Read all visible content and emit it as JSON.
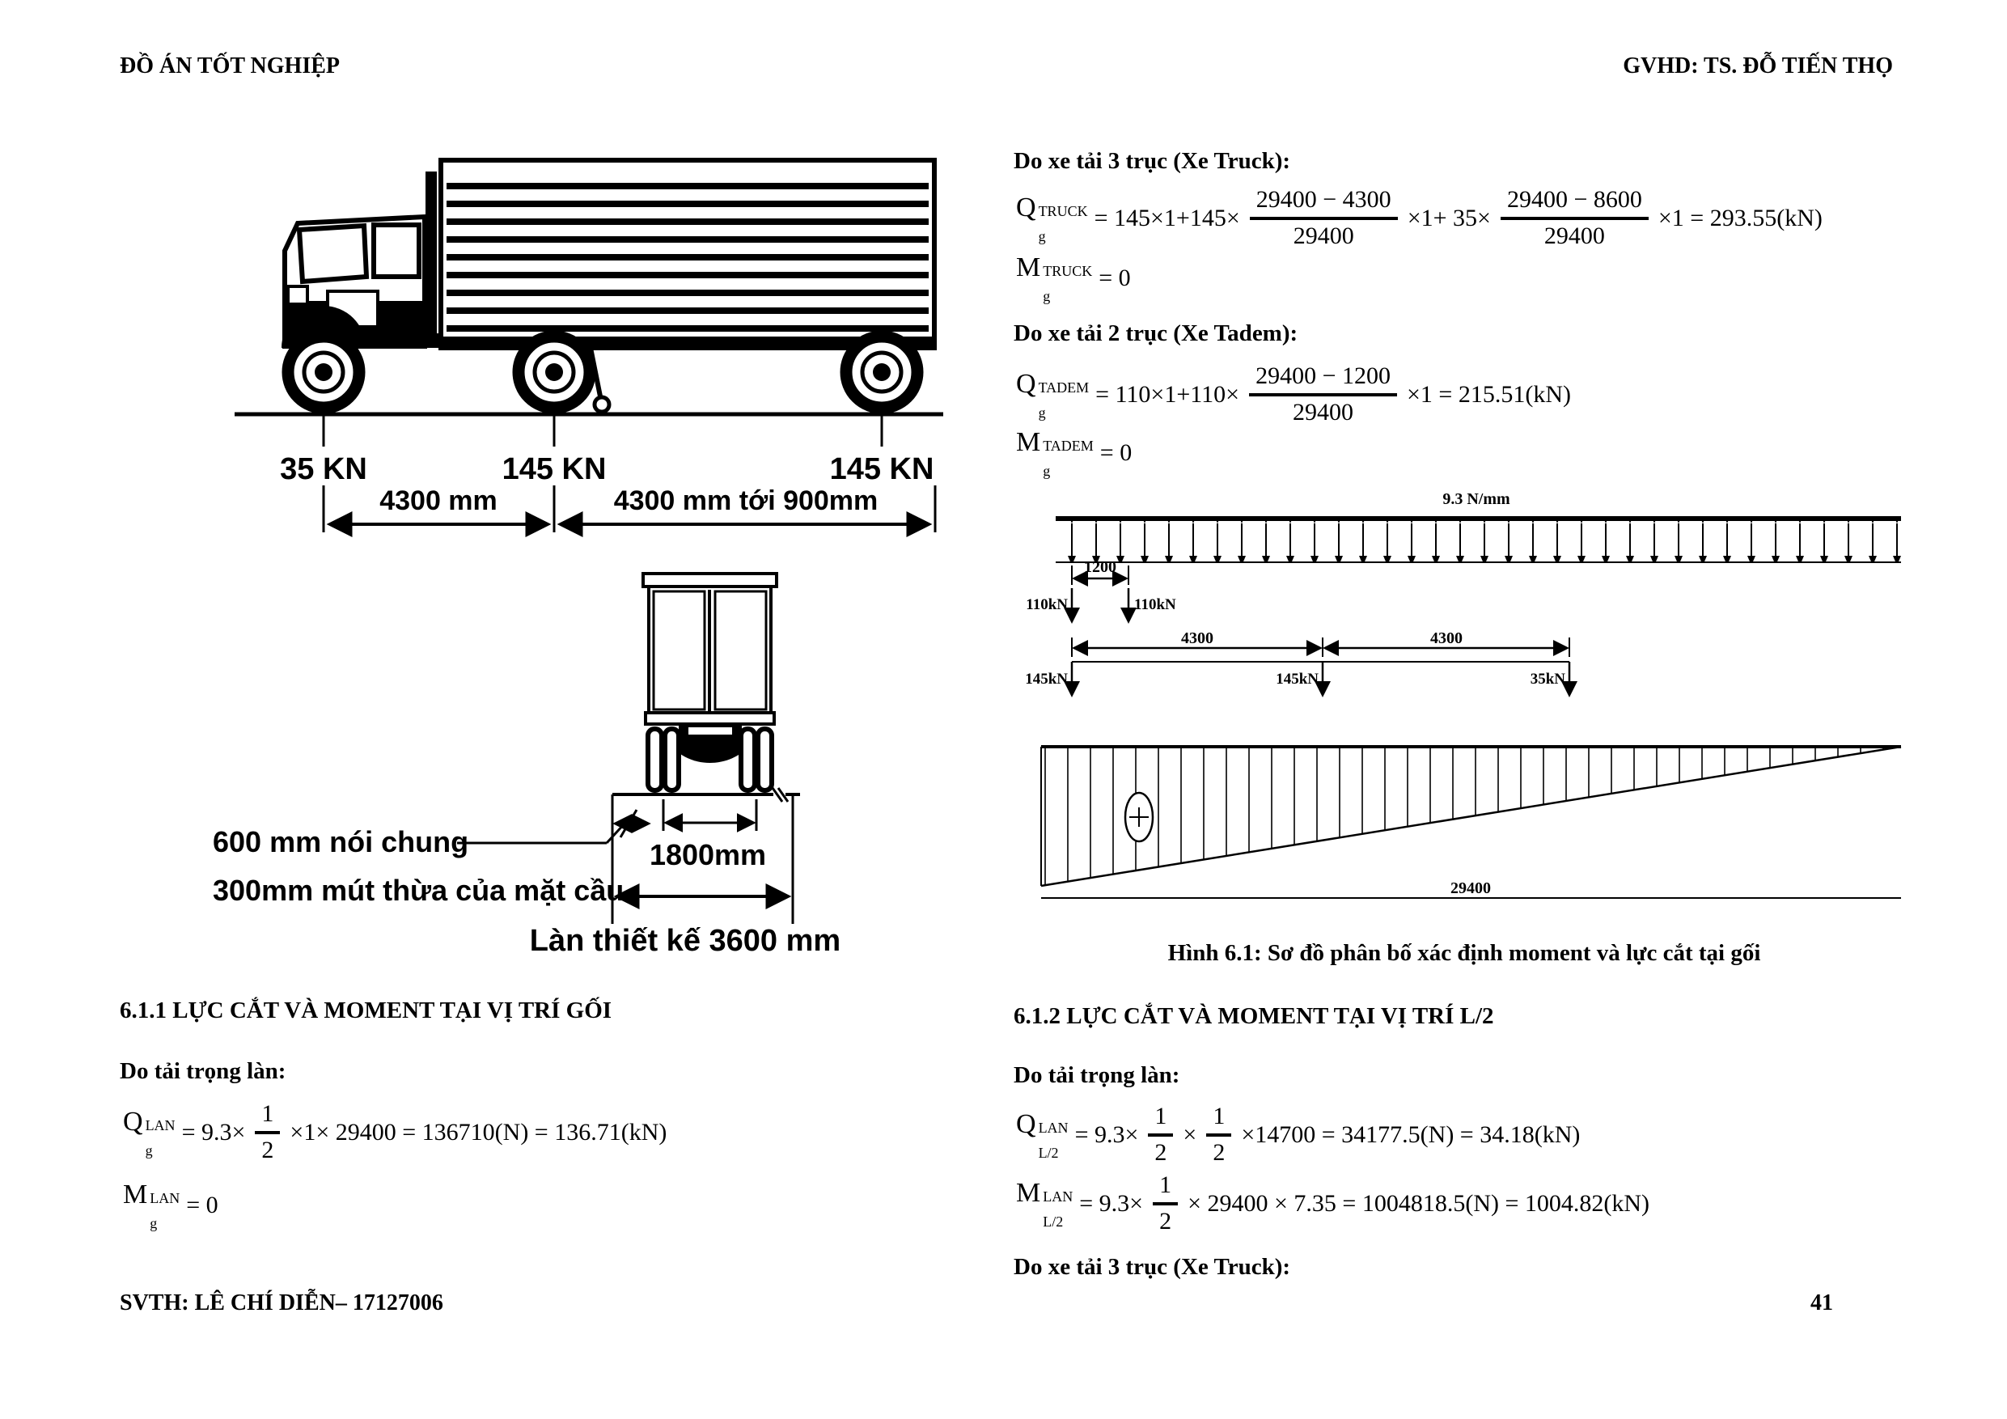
{
  "header": {
    "left": "ĐỒ ÁN TỐT NGHIỆP",
    "right": "GVHD: TS. ĐỖ TIẾN THỌ"
  },
  "footer": {
    "left": "SVTH: LÊ CHÍ DIỄN– 17127006",
    "page_number": "41"
  },
  "truck_figure": {
    "loads": [
      "35 KN",
      "145 KN",
      "145 KN"
    ],
    "dim1": "4300 mm",
    "dim2": "4300 mm tới 900mm"
  },
  "rear_figure": {
    "label_line1": "600 mm nói chung",
    "label_line2": "300mm mút thừa của mặt cầu",
    "axle_dim": "1800mm",
    "lane_label": "Làn thiết kế 3600 mm"
  },
  "hinh61": {
    "udl_label": "9.3 N/mm",
    "tandem": {
      "dim": "1200",
      "load_left": "110kN",
      "load_right": "110kN"
    },
    "truck": {
      "dim1": "4300",
      "dim2": "4300",
      "load1": "145kN",
      "load2": "145kN",
      "load3": "35kN"
    },
    "span_label": "29400",
    "caption": "Hình 6.1: Sơ đồ phân bố xác định moment và lực cắt tại gối"
  },
  "sections": {
    "h611": "6.1.1 LỰC CẮT VÀ MOMENT TẠI VỊ TRÍ GỐI",
    "h612": "6.1.2 LỰC CẮT VÀ MOMENT TẠI VỊ TRÍ L/2",
    "lane_load_left": "Do tải trọng làn:",
    "lane_load_right": "Do tải trọng làn:",
    "truck3_top": "Do xe tải 3 trục (Xe Truck):",
    "tadem": "Do xe tải 2 trục (Xe Tadem):",
    "truck3_bottom": "Do xe tải 3 trục (Xe Truck):"
  },
  "formulas": {
    "q_truck": {
      "base": "Q",
      "sup": "TRUCK",
      "sub": "g",
      "t1": "= 145×1+145×",
      "f1": {
        "num": "29400 − 4300",
        "den": "29400"
      },
      "t2": "×1+ 35×",
      "f2": {
        "num": "29400 − 8600",
        "den": "29400"
      },
      "t3": "×1 = 293.55(kN)"
    },
    "m_truck": {
      "base": "M",
      "sup": "TRUCK",
      "sub": "g",
      "t1": "= 0"
    },
    "q_tadem": {
      "base": "Q",
      "sup": "TADEM",
      "sub": "g",
      "t1": "= 110×1+110×",
      "f1": {
        "num": "29400 − 1200",
        "den": "29400"
      },
      "t2": "×1 = 215.51(kN)"
    },
    "m_tadem": {
      "base": "M",
      "sup": "TADEM",
      "sub": "g",
      "t1": "= 0"
    },
    "q_lan": {
      "base": "Q",
      "sup": "LAN",
      "sub": "g",
      "t1": "= 9.3×",
      "f1": {
        "num": "1",
        "den": "2"
      },
      "t2": "×1× 29400 = 136710(N) = 136.71(kN)"
    },
    "m_lan": {
      "base": "M",
      "sup": "LAN",
      "sub": "g",
      "t1": "= 0"
    },
    "q_l2": {
      "base": "Q",
      "sup": "LAN",
      "sub": "L/2",
      "t1": "= 9.3×",
      "f1": {
        "num": "1",
        "den": "2"
      },
      "t2": "×",
      "f2": {
        "num": "1",
        "den": "2"
      },
      "t3": "×14700 = 34177.5(N) = 34.18(kN)"
    },
    "m_l2": {
      "base": "M",
      "sup": "LAN",
      "sub": "L/2",
      "t1": "= 9.3×",
      "f1": {
        "num": "1",
        "den": "2"
      },
      "t2": "× 29400 × 7.35 = 1004818.5(N) = 1004.82(kN)"
    }
  }
}
